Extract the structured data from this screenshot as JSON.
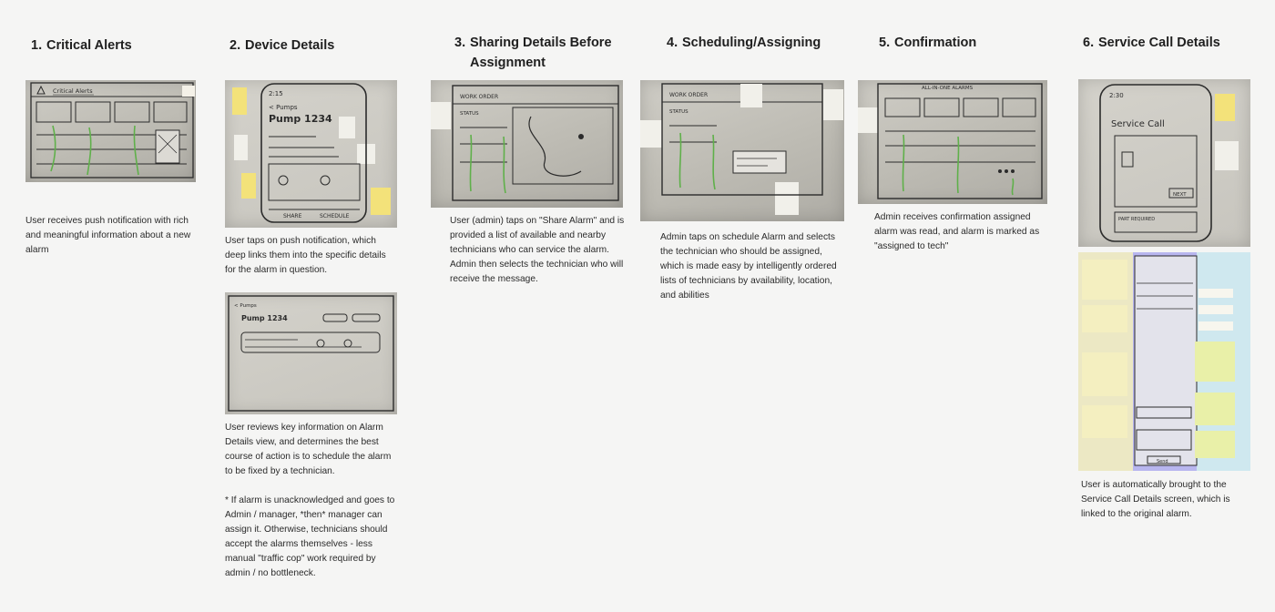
{
  "steps": [
    {
      "number": "1.",
      "title": "Critical Alerts",
      "description": [
        "User receives push notification with rich and meaningful information about a new alarm"
      ]
    },
    {
      "number": "2.",
      "title": "Device Details",
      "description": [
        "User taps on push notification, which deep links them into the specific details for the alarm in question."
      ],
      "description_2": [
        "User reviews key information on Alarm Details view, and determines the best course of action is to schedule the alarm to be fixed by a technician.",
        "* If alarm is unacknowledged and goes to Admin / manager, *then* manager can assign it. Otherwise, technicians should accept the alarms themselves - less manual \"traffic cop\" work required by admin / no bottleneck."
      ]
    },
    {
      "number": "3.",
      "title": "Sharing Details Before",
      "title_cont": "Assignment",
      "description": [
        "User (admin) taps on \"Share Alarm\" and is provided a list of available and nearby technicians who can service the alarm. Admin then selects the technician who will receive the message."
      ]
    },
    {
      "number": "4.",
      "title": "Scheduling/Assigning",
      "description": [
        "Admin taps on schedule Alarm and selects the technician who should be assigned, which is made easy by intelligently ordered lists of technicians by availability, location, and abilities"
      ]
    },
    {
      "number": "5.",
      "title": "Confirmation",
      "description": [
        "Admin receives confirmation assigned alarm was read, and alarm is marked as \"assigned to tech\""
      ]
    },
    {
      "number": "6.",
      "title": "Service Call Details",
      "description": [
        "User is automatically brought to the Service Call Details screen, which is linked to the original alarm."
      ]
    }
  ],
  "sketches": {
    "critical_alerts": "Critical Alerts",
    "pump_title": "Pump 1234",
    "pumps_back": "< Pumps",
    "share": "SHARE",
    "schedule": "SCHEDULE",
    "work_order": "WORK ORDER",
    "status": "STATUS",
    "all_in_one": "ALL-IN-ONE ALARMS",
    "service_call": "Service Call",
    "next": "NEXT",
    "part_required": "PART REQUIRED",
    "time_1": "2:15",
    "time_2": "2:30",
    "send": "Send"
  }
}
